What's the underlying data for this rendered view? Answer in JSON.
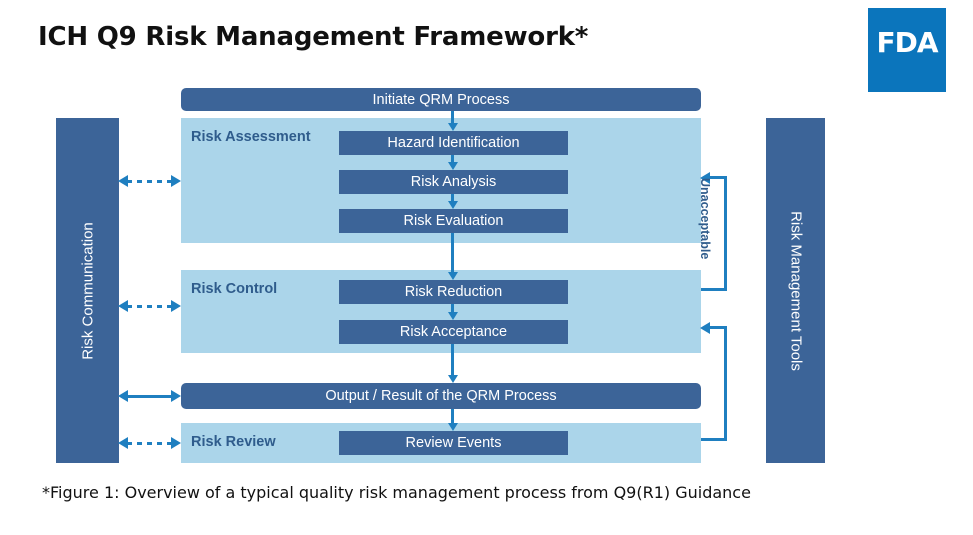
{
  "header": {
    "title": "ICH Q9 Risk Management Framework*",
    "logo_text": "FDA"
  },
  "diagram": {
    "initiate": "Initiate QRM Process",
    "sidebars": {
      "left": "Risk Communication",
      "right": "Risk Management Tools"
    },
    "panels": [
      {
        "title": "Risk Assessment",
        "steps": [
          "Hazard Identification",
          "Risk Analysis",
          "Risk Evaluation"
        ]
      },
      {
        "title": "Risk Control",
        "steps": [
          "Risk Reduction",
          "Risk Acceptance"
        ]
      },
      {
        "title": "Risk Review",
        "steps": [
          "Review Events"
        ]
      }
    ],
    "steps": {
      "hazard_identification": "Hazard Identification",
      "risk_analysis": "Risk Analysis",
      "risk_evaluation": "Risk Evaluation",
      "risk_reduction": "Risk Reduction",
      "risk_acceptance": "Risk Acceptance",
      "review_events": "Review Events"
    },
    "panel_titles": {
      "risk_assessment": "Risk Assessment",
      "risk_control": "Risk Control",
      "risk_review": "Risk Review"
    },
    "output": "Output / Result of the QRM Process",
    "loop_label": "Unacceptable"
  },
  "footer": {
    "caption": "*Figure 1: Overview of a typical quality risk management process from Q9(R1) Guidance"
  },
  "colors": {
    "dark_blue": "#3C6498",
    "light_blue": "#ABD5EA",
    "accent_blue": "#1F7FC0",
    "logo_blue": "#0B75BC",
    "panel_title_text": "#2F5C8C"
  }
}
